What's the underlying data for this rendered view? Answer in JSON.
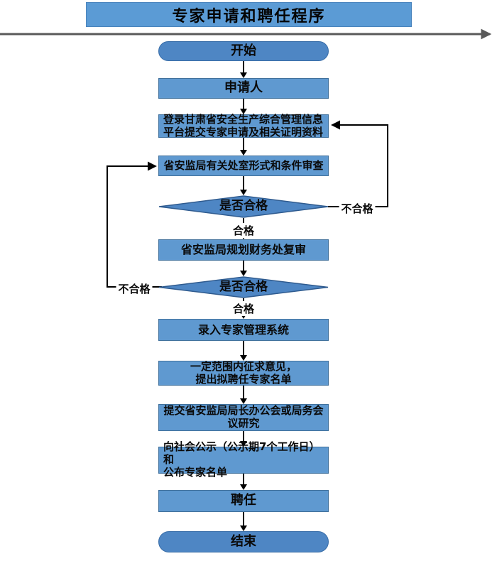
{
  "flowchart": {
    "title": "专家申请和聘任程序",
    "nodes": [
      {
        "id": "start",
        "type": "terminator",
        "label": "开始"
      },
      {
        "id": "applicant",
        "type": "process",
        "label": "申请人"
      },
      {
        "id": "login-platform",
        "type": "process",
        "label": "登录甘肃省安全生产综合管理信息\n平台提交专家申请及相关证明资料"
      },
      {
        "id": "format-review",
        "type": "process",
        "label": "省安监局有关处室形式和条件审查"
      },
      {
        "id": "decision-1",
        "type": "decision",
        "label": "是否合格"
      },
      {
        "id": "finance-review",
        "type": "process",
        "label": "省安监局规划财务处复审"
      },
      {
        "id": "decision-2",
        "type": "decision",
        "label": "是否合格"
      },
      {
        "id": "enter-system",
        "type": "process",
        "label": "录入专家管理系统"
      },
      {
        "id": "solicit-opinions",
        "type": "process",
        "label": "一定范围内征求意见，\n提出拟聘任专家名单"
      },
      {
        "id": "submit-meeting",
        "type": "process",
        "label": "提交省安监局局长办公会或局务会\n议研究"
      },
      {
        "id": "public-notice",
        "type": "process",
        "label": "向社会公示（公示期7个工作日）和\n公布专家名单"
      },
      {
        "id": "appointment",
        "type": "process",
        "label": "聘任"
      },
      {
        "id": "end",
        "type": "terminator",
        "label": "结束"
      }
    ],
    "edge_labels": {
      "pass_1": "合格",
      "pass_2": "合格",
      "fail_right": "不合格",
      "fail_left": "不合格"
    },
    "colors": {
      "title_fill": "#5B9BD5",
      "terminator_fill": "#4E86C4",
      "process_fill": "#5F99D0",
      "decision_fill": "#4E86C4",
      "shape_border": "#41719C",
      "connector": "#000000",
      "baseline_arrow": "#595959"
    }
  }
}
